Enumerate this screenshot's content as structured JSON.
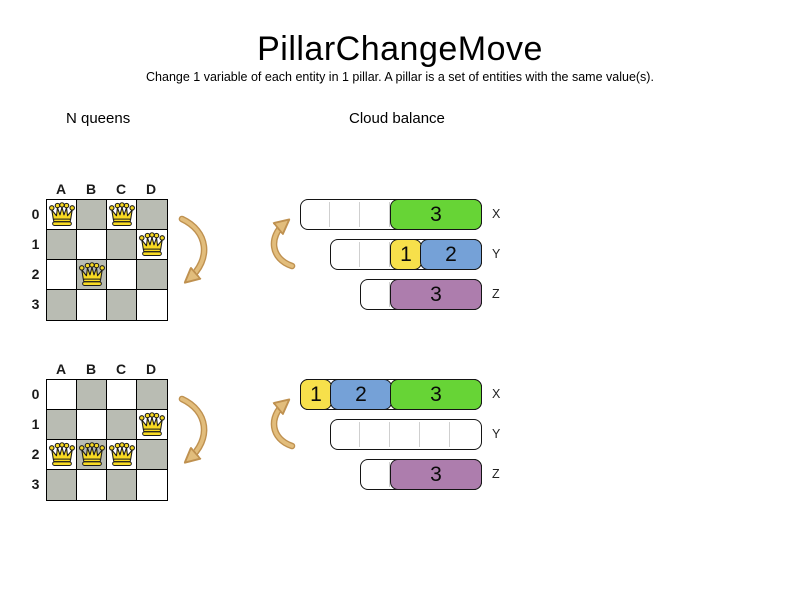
{
  "title": "PillarChangeMove",
  "subtitle": "Change 1 variable of each entity in 1 pillar. A pillar is a set of entities with the same value(s).",
  "sections": {
    "nqueens_label": "N queens",
    "cloud_label": "Cloud balance"
  },
  "colors": {
    "board_gray": "#b9bcb3",
    "queen_gold": "#f8da23",
    "arrow_fill": "#e2bd7c",
    "arrow_outline": "#bf9150",
    "yellow": "#f7e04b",
    "blue": "#75a1d7",
    "green": "#67d436",
    "purple": "#ad7dad"
  },
  "nqueens": {
    "columns": [
      "A",
      "B",
      "C",
      "D"
    ],
    "rows": [
      "0",
      "1",
      "2",
      "3"
    ],
    "boards": [
      {
        "id": "before",
        "queens": [
          {
            "col": "A",
            "row": "0"
          },
          {
            "col": "C",
            "row": "0"
          },
          {
            "col": "D",
            "row": "1"
          },
          {
            "col": "B",
            "row": "2"
          }
        ]
      },
      {
        "id": "after",
        "queens": [
          {
            "col": "D",
            "row": "1"
          },
          {
            "col": "A",
            "row": "2"
          },
          {
            "col": "B",
            "row": "2"
          },
          {
            "col": "C",
            "row": "2"
          }
        ]
      }
    ]
  },
  "cloudbalance": {
    "diagrams": [
      {
        "id": "before",
        "rows": [
          {
            "computer": "X",
            "slots": 6,
            "blocks": [
              {
                "label": "3",
                "start": 3,
                "size": 3,
                "color": "green"
              }
            ]
          },
          {
            "computer": "Y",
            "slots": 5,
            "blocks": [
              {
                "label": "1",
                "start": 2,
                "size": 1,
                "color": "yellow"
              },
              {
                "label": "2",
                "start": 3,
                "size": 2,
                "color": "blue"
              }
            ]
          },
          {
            "computer": "Z",
            "slots": 4,
            "blocks": [
              {
                "label": "3",
                "start": 1,
                "size": 3,
                "color": "purple"
              }
            ]
          }
        ]
      },
      {
        "id": "after",
        "rows": [
          {
            "computer": "X",
            "slots": 6,
            "blocks": [
              {
                "label": "1",
                "start": 0,
                "size": 1,
                "color": "yellow"
              },
              {
                "label": "2",
                "start": 1,
                "size": 2,
                "color": "blue"
              },
              {
                "label": "3",
                "start": 3,
                "size": 3,
                "color": "green"
              }
            ]
          },
          {
            "computer": "Y",
            "slots": 5,
            "blocks": []
          },
          {
            "computer": "Z",
            "slots": 4,
            "blocks": [
              {
                "label": "3",
                "start": 1,
                "size": 3,
                "color": "purple"
              }
            ]
          }
        ]
      }
    ]
  }
}
